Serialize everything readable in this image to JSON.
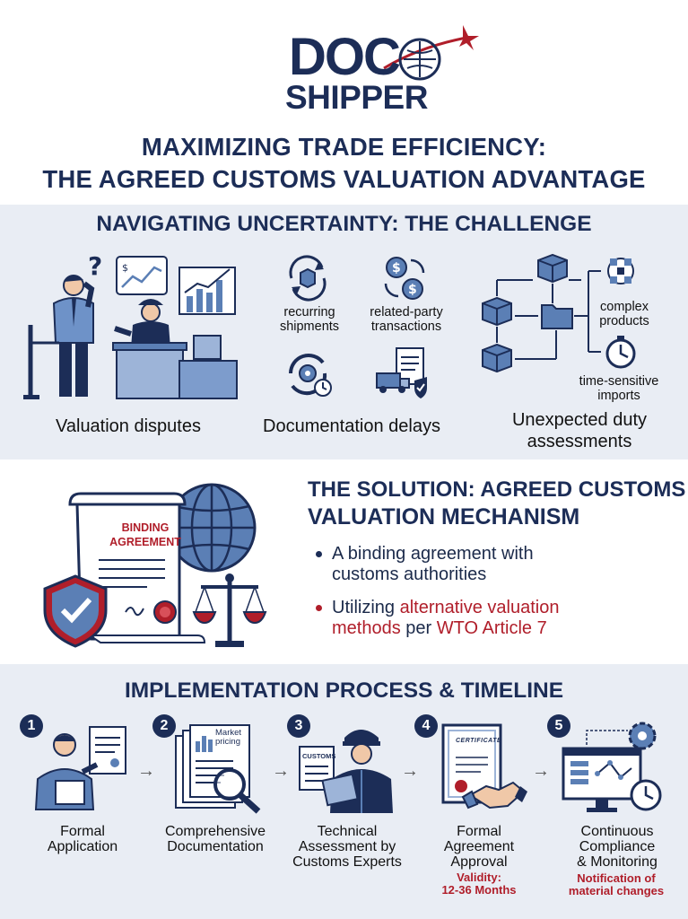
{
  "logo": {
    "line1": "DOC",
    "line2": "SHIPPER"
  },
  "title": {
    "line1": "MAXIMIZING TRADE EFFICIENCY:",
    "line2": "THE AGREED CUSTOMS VALUATION ADVANTAGE"
  },
  "challenge": {
    "heading": "NAVIGATING UNCERTAINTY: THE CHALLENGE",
    "items": [
      {
        "label": "Valuation disputes"
      },
      {
        "label": "Documentation delays",
        "sub": [
          "recurring shipments",
          "related-party transactions"
        ]
      },
      {
        "label": "Unexpected duty assessments",
        "sub": [
          "complex products",
          "time-sensitive imports"
        ]
      }
    ],
    "sub_labels": {
      "recurring": [
        "recurring",
        "shipments"
      ],
      "related": [
        "related-party",
        "transactions"
      ],
      "complex": [
        "complex",
        "products"
      ],
      "time": [
        "time-sensitive",
        "imports"
      ]
    },
    "dispute_label": "Valuation disputes",
    "delay_label": "Documentation delays",
    "duty_label": [
      "Unexpected duty",
      "assessments"
    ]
  },
  "solution": {
    "heading": [
      "THE SOLUTION: AGREED CUSTOMS",
      "VALUATION MECHANISM"
    ],
    "document_label": [
      "BINDING",
      "AGREEMENT"
    ],
    "bullet1": [
      "A binding agreement with",
      "customs authorities"
    ],
    "bullet2": {
      "pre": "Utilizing ",
      "highlight1": "alternative valuation",
      "highlight1b": "methods",
      "mid": " per ",
      "highlight2": "WTO Article 7"
    }
  },
  "implementation": {
    "heading": "IMPLEMENTATION PROCESS & TIMELINE",
    "steps": [
      {
        "num": "1",
        "label": [
          "Formal",
          "Application"
        ]
      },
      {
        "num": "2",
        "label": [
          "Comprehensive",
          "Documentation"
        ],
        "doc_text": [
          "Market",
          "pricing"
        ]
      },
      {
        "num": "3",
        "label": [
          "Technical",
          "Assessment by",
          "Customs Experts"
        ],
        "doc_text": [
          "CUSTOMS"
        ]
      },
      {
        "num": "4",
        "label": [
          "Formal",
          "Agreement",
          "Approval"
        ],
        "note": [
          "Validity:",
          "12-36 Months"
        ],
        "doc_text": [
          "CERTIFICATE"
        ]
      },
      {
        "num": "5",
        "label": [
          "Continuous",
          "Compliance",
          "& Monitoring"
        ],
        "note": [
          "Notification of",
          "material changes"
        ]
      }
    ]
  },
  "colors": {
    "navy": "#1c2d57",
    "red": "#b01e2a",
    "blue": "#5b7fb5",
    "panel": "#e9edf4"
  }
}
